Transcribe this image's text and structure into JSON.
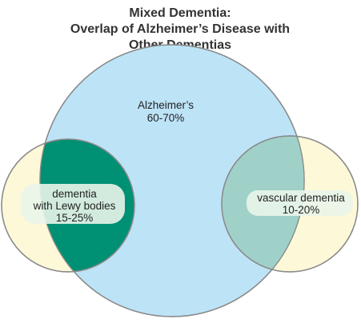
{
  "title": {
    "line1": "Mixed Dementia:",
    "line2": "Overlap of Alzheimer’s Disease with",
    "line3": "Other Dementias"
  },
  "alzheimers": {
    "name": "Alzheimer’s",
    "range": "60-70%"
  },
  "lewy": {
    "line1": "dementia",
    "line2": "with Lewy bodies",
    "line3": "15-25%"
  },
  "vascular": {
    "name": "vascular dementia",
    "range": "10-20%"
  },
  "colors": {
    "alzheimers_fill": "#bde3f7",
    "outer_fill": "#fdf8d8",
    "lewy_overlap": "#009074",
    "vascular_overlap": "#9fd1c9",
    "stroke": "#8a8a8a",
    "label_box": "#e9f5ea"
  }
}
